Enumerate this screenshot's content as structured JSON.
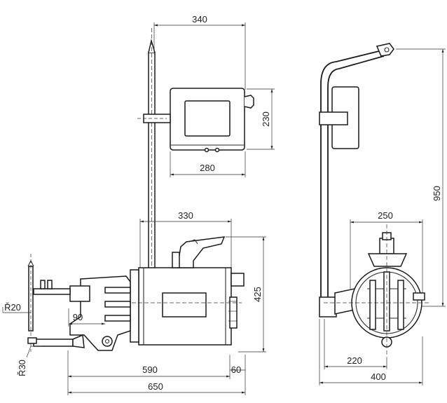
{
  "dimensions": {
    "d340": "340",
    "d230": "230",
    "d280": "280",
    "d330": "330",
    "d425": "425",
    "d590": "590",
    "d60": "60",
    "d650": "650",
    "d90": "90",
    "r20": "Ř20",
    "r30": "Ř30",
    "d950": "950",
    "d250": "250",
    "d220": "220",
    "d400": "400"
  }
}
